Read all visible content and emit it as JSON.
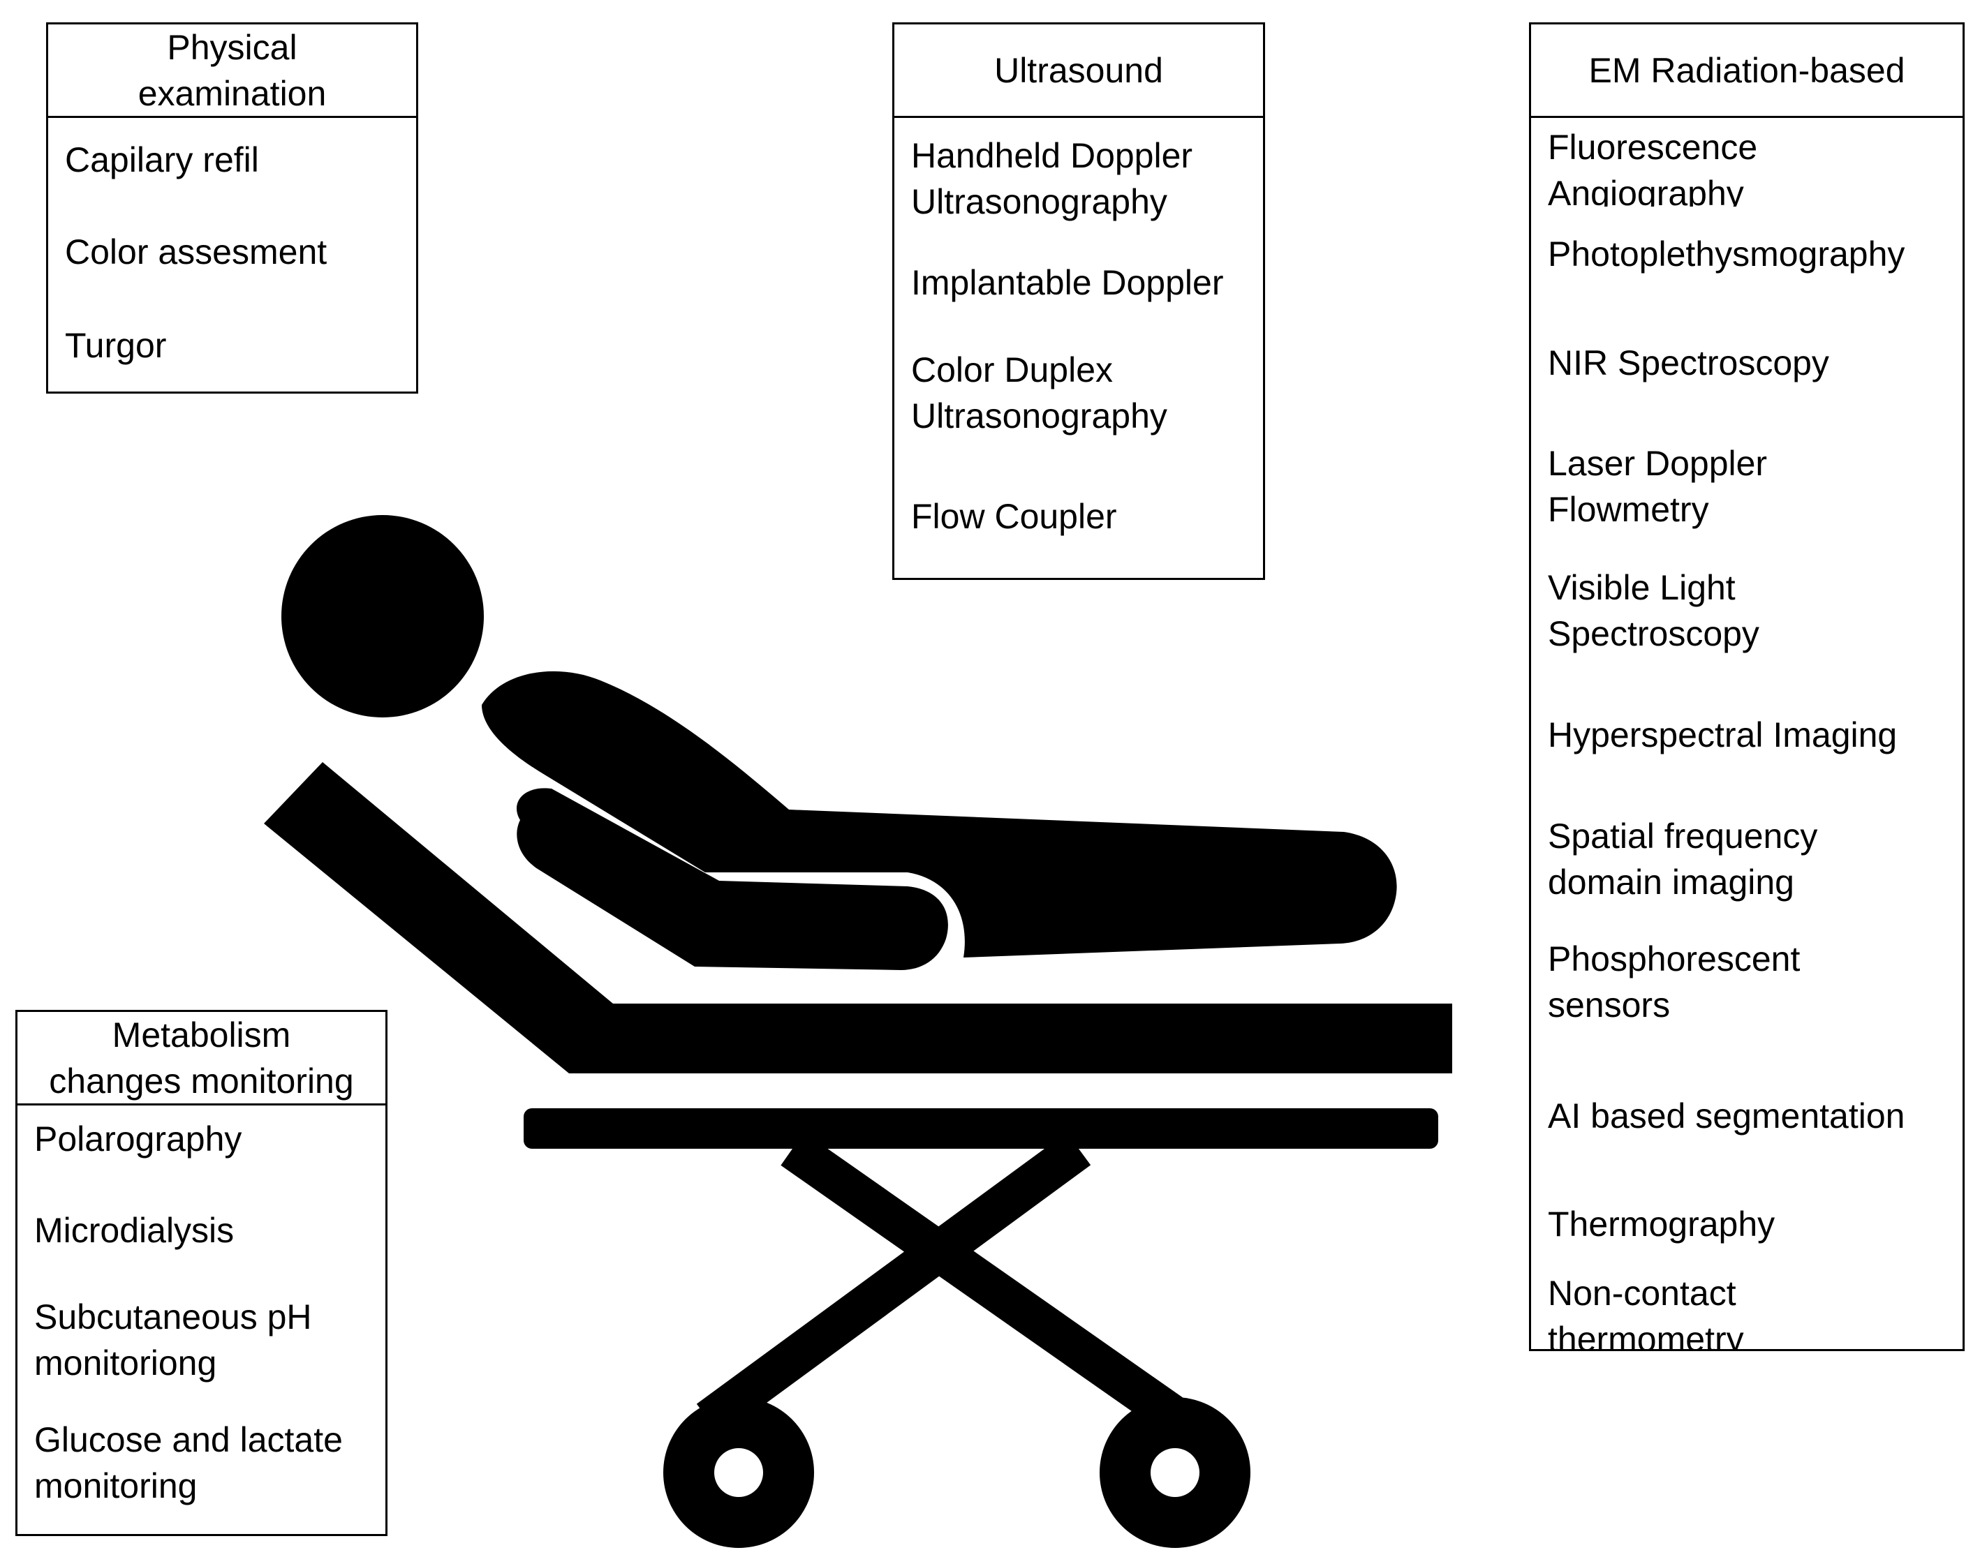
{
  "panels": {
    "physical": {
      "title": "Physical\nexamination",
      "items": [
        "Capilary refil",
        "Color assesment",
        "Turgor"
      ]
    },
    "ultrasound": {
      "title": "Ultrasound",
      "items": [
        "Handheld Doppler\nUltrasonography",
        "Implantable Doppler",
        "Color Duplex\nUltrasonography",
        "Flow Coupler"
      ]
    },
    "em": {
      "title": "EM Radiation-based",
      "items": [
        "Fluorescence\nAngiography",
        "Photoplethysmography",
        "NIR Spectroscopy",
        "Laser Doppler\nFlowmetry",
        "Visible Light\nSpectroscopy",
        "Hyperspectral Imaging",
        "Spatial frequency\ndomain imaging",
        "Phosphorescent\nsensors",
        "AI based segmentation",
        "Thermography",
        "Non-contact\nthermometry"
      ]
    },
    "metabolism": {
      "title": "Metabolism\nchanges monitoring",
      "items": [
        "Polarography",
        "Microdialysis",
        "Subcutaneous pH\nmonitoriong",
        "Glucose and lactate\nmonitoring"
      ]
    }
  },
  "illustration": {
    "icon": "patient-on-stretcher-icon",
    "color": "#000000"
  }
}
